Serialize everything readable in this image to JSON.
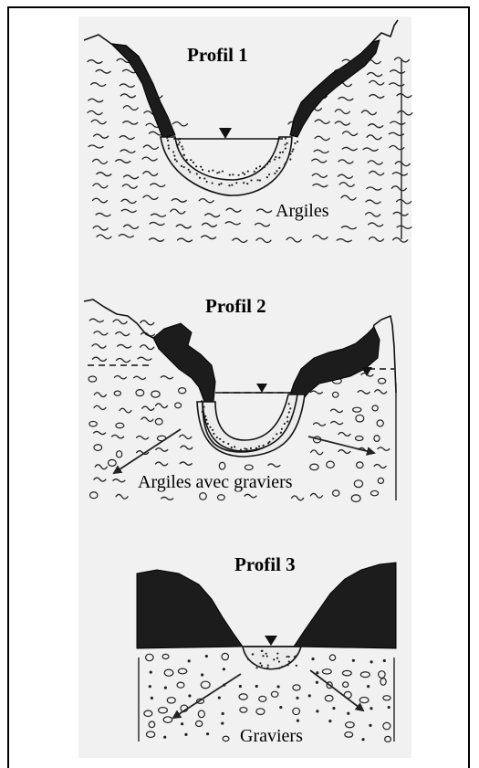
{
  "profiles": [
    {
      "title": "Profil 1",
      "material_label": "Argiles"
    },
    {
      "title": "Profil 2",
      "material_label": "Argiles avec graviers"
    },
    {
      "title": "Profil 3",
      "material_label": "Graviers"
    }
  ],
  "colors": {
    "background": "#f1f1f1",
    "bank": "#1c1c1c",
    "alluvium": "#ececec",
    "ink": "#222222"
  }
}
